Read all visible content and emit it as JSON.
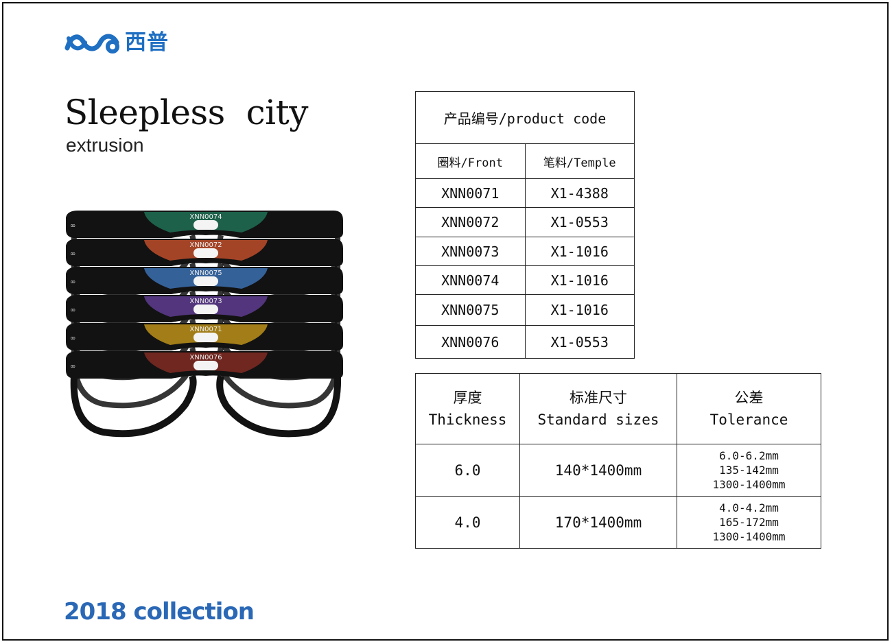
{
  "brand": {
    "name": "西普",
    "color": "#1f6fc2",
    "icon": "infinity-wave-logo-icon"
  },
  "heading": {
    "title": "Sleepless  city",
    "subtitle": "extrusion"
  },
  "product_image": {
    "frame_labels": [
      "XNN0074",
      "XNN0072",
      "XNN0075",
      "XNN0073",
      "XNN0071",
      "XNN0076"
    ],
    "frame_colors": [
      "#1f6a52",
      "#b54a2a",
      "#3a6aa8",
      "#5a3a88",
      "#b28a1a",
      "#7a2a22"
    ]
  },
  "codes_table": {
    "header": "产品编号/product code",
    "col_front": "圈料/Front",
    "col_temple": "笔料/Temple",
    "rows": [
      {
        "front": "XNN0071",
        "temple": "X1-4388"
      },
      {
        "front": "XNN0072",
        "temple": "X1-0553"
      },
      {
        "front": "XNN0073",
        "temple": "X1-1016"
      },
      {
        "front": "XNN0074",
        "temple": "X1-1016"
      },
      {
        "front": "XNN0075",
        "temple": "X1-1016"
      },
      {
        "front": "XNN0076",
        "temple": "X1-0553"
      }
    ]
  },
  "specs_table": {
    "thickness_cn": "厚度",
    "thickness_en": "Thickness",
    "sizes_cn": "标准尺寸",
    "sizes_en": "Standard sizes",
    "tolerance_cn": "公差",
    "tolerance_en": "Tolerance",
    "rows": [
      {
        "thickness": "6.0",
        "size": "140*1400mm",
        "tol1": "6.0-6.2mm",
        "tol2": "135-142mm",
        "tol3": "1300-1400mm"
      },
      {
        "thickness": "4.0",
        "size": "170*1400mm",
        "tol1": "4.0-4.2mm",
        "tol2": "165-172mm",
        "tol3": "1300-1400mm"
      }
    ]
  },
  "footer": {
    "collection": "2018 collection",
    "color": "#2a68b6"
  }
}
